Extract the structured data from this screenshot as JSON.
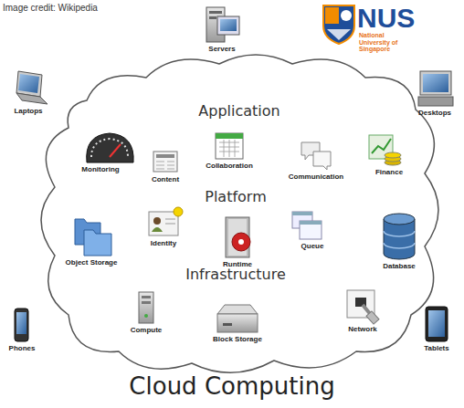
{
  "diagram": {
    "title": "Cloud Computing",
    "nodes": [
      {
        "text": [
          "Application",
          "Platform",
          "Infrastructure"
        ]
      }
    ],
    "labels": [
      "Image credit: Wikipedia",
      "Servers",
      "NUS",
      "National University of Singapore",
      "Laptops",
      "Desktops",
      "Monitoring",
      "Content",
      "Collaboration",
      "Communication",
      "Finance",
      "Object Storage",
      "Identity",
      "Runtime",
      "Queue",
      "Database",
      "Compute",
      "Block Storage",
      "Network",
      "Phones",
      "Tablets"
    ]
  }
}
